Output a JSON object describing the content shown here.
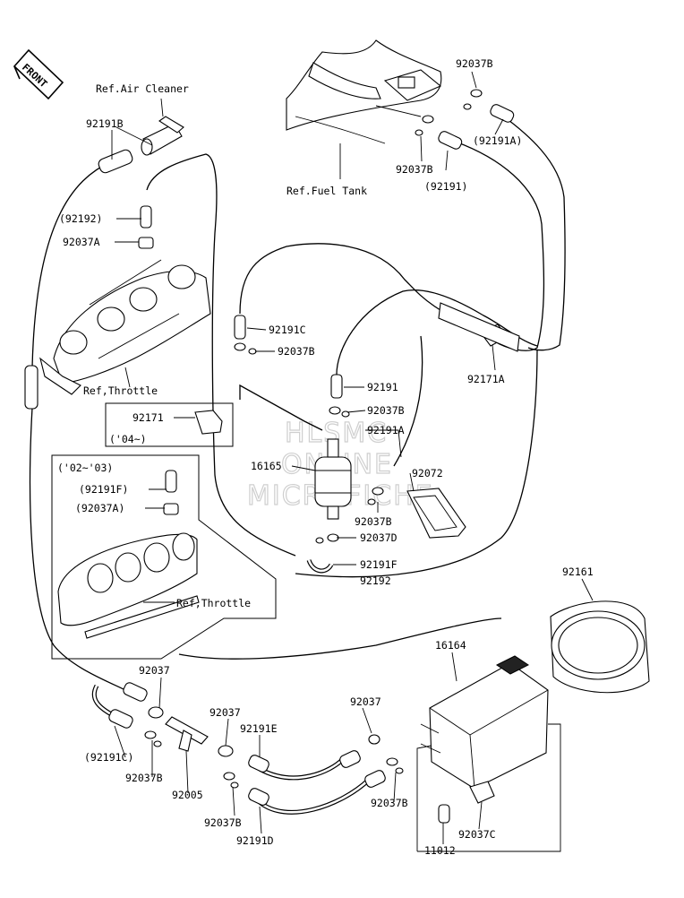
{
  "front_label": "FRONT",
  "watermark": [
    "HLSMC",
    "ONLINE",
    "MICROFICHE"
  ],
  "refs": {
    "air_cleaner": "Ref.Air Cleaner",
    "fuel_tank": "Ref.Fuel Tank",
    "throttle_1": "Ref,Throttle",
    "throttle_2": "Ref,Throttle"
  },
  "notes": {
    "y04": "('04~)",
    "y02_03": "('02~'03)"
  },
  "parts": {
    "p92037B_top": "92037B",
    "p92191A_paren": "(92191A)",
    "p92037B_tank": "92037B",
    "p92191_paren": "(92191)",
    "p92191B": "92191B",
    "p92192_paren": "(92192)",
    "p92037A": "92037A",
    "p92191C": "92191C",
    "p92037B_mid": "92037B",
    "p92191": "92191",
    "p92171A": "92171A",
    "p92171": "92171",
    "p92037B_filter": "92037B",
    "p92191A": "92191A",
    "p16165": "16165",
    "p92072": "92072",
    "p92191F_paren": "(92191F)",
    "p92037A_paren": "(92037A)",
    "p92037B_low": "92037B",
    "p92037D": "92037D",
    "p92191F": "92191F",
    "p92192": "92192",
    "p92161": "92161",
    "p16164": "16164",
    "p92037_left": "92037",
    "p92037_mid": "92037",
    "p92037_right": "92037",
    "p92191E": "92191E",
    "p92191C_paren": "(92191C)",
    "p92037B_l1": "92037B",
    "p92005": "92005",
    "p92037B_l2": "92037B",
    "p92191D": "92191D",
    "p92037B_r": "92037B",
    "p11012": "11012",
    "p92037C": "92037C"
  }
}
